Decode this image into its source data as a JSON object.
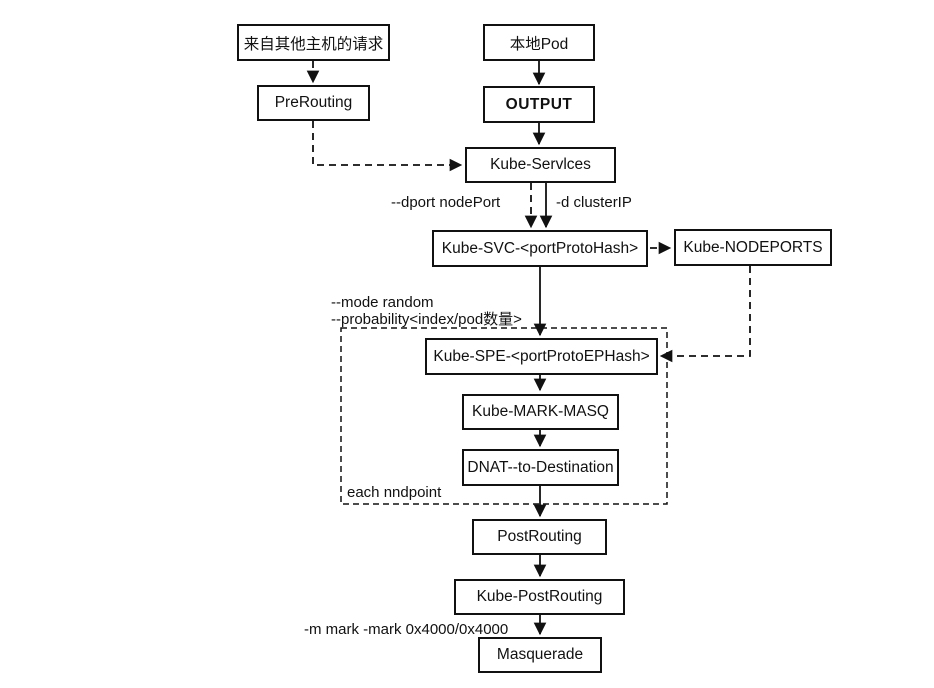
{
  "nodes": {
    "other_host_request": {
      "label": "来自其他主机的请求"
    },
    "local_pod": {
      "label": "本地Pod"
    },
    "prerouting": {
      "label": "PreRouting"
    },
    "output": {
      "label": "OUTPUT"
    },
    "kube_services": {
      "label": "Kube-Servlces"
    },
    "kube_svc": {
      "label": "Kube-SVC-<portProtoHash>"
    },
    "kube_nodeports": {
      "label": "Kube-NODEPORTS"
    },
    "kube_spe": {
      "label": "Kube-SPE-<portProtoEPHash>"
    },
    "kube_mark_masq": {
      "label": "Kube-MARK-MASQ"
    },
    "dnat": {
      "label": "DNAT--to-Destination"
    },
    "postrouting": {
      "label": "PostRouting"
    },
    "kube_postrouting": {
      "label": "Kube-PostRouting"
    },
    "masquerade": {
      "label": "Masquerade"
    }
  },
  "edge_labels": {
    "dport_nodeport": "--dport nodePort",
    "d_clusterip": "-d clusterIP",
    "mode_random": "--mode random",
    "probability": "--probability<index/pod数量>",
    "each_endpoint": "each nndpoint",
    "mark": "-m mark -mark 0x4000/0x4000"
  },
  "colors": {
    "line": "#111111",
    "background": "#ffffff",
    "text": "#111111"
  }
}
